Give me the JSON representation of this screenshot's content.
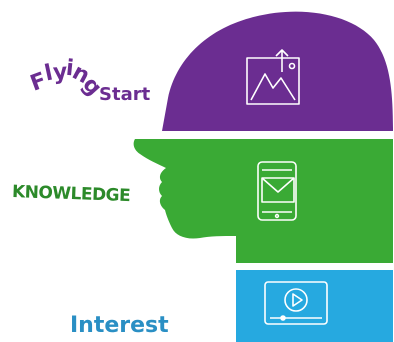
{
  "labels": {
    "flying_letters": [
      "F",
      "l",
      "y",
      "i",
      "n",
      "g"
    ],
    "start": "Start",
    "knowledge": "KNOWLEDGE",
    "interest": "Interest"
  },
  "colors": {
    "purple": "#6b2d91",
    "green": "#3aaa35",
    "blue": "#26a9e0",
    "knowledge_text": "#2c8a2a",
    "interest_text": "#2a8fc4"
  },
  "icons": {
    "top": "image-upload-icon",
    "middle": "phone-mail-icon",
    "bottom": "video-play-icon"
  }
}
